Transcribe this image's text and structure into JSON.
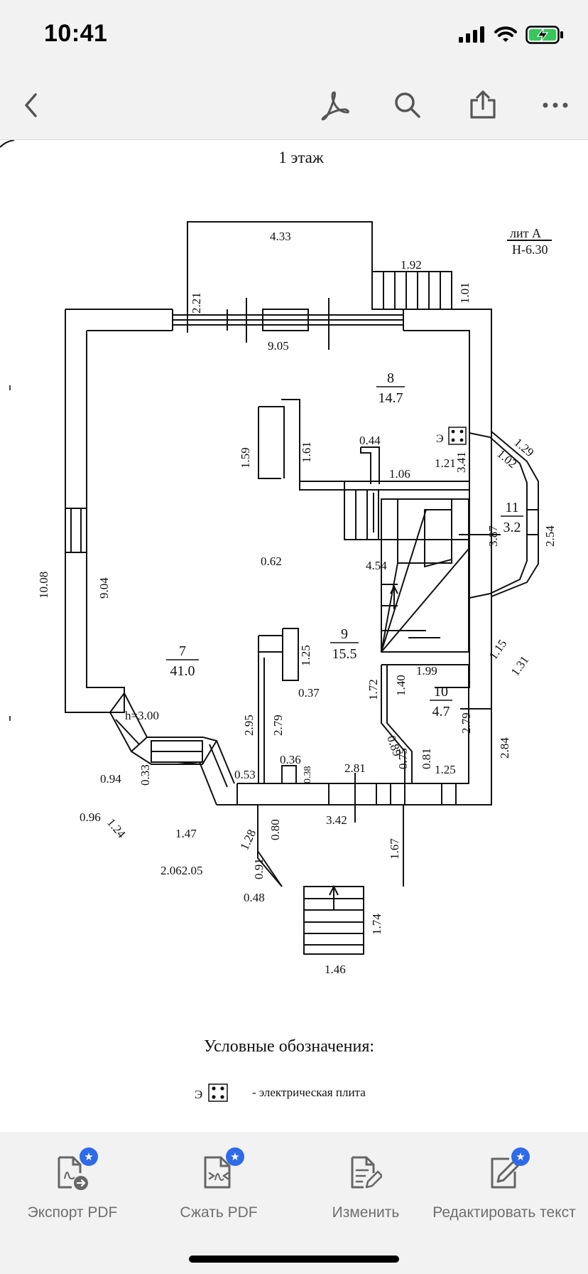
{
  "status_bar": {
    "time": "10:41"
  },
  "toolbar": {
    "back_icon": "chevron-left-icon",
    "acrobat_icon": "acrobat-icon",
    "search_icon": "search-icon",
    "share_icon": "share-icon",
    "more_icon": "more-icon"
  },
  "document": {
    "title": "1 этаж",
    "lit_label": "лит  А",
    "height_label": "Н-6.30",
    "legend_title": "Условные обозначения:",
    "legend_symbol": "Э",
    "legend_desc": "- электрическая плита",
    "rooms": [
      {
        "number": "7",
        "area": "41.0"
      },
      {
        "number": "8",
        "area": "14.7"
      },
      {
        "number": "9",
        "area": "15.5"
      },
      {
        "number": "10",
        "area": "4.7"
      },
      {
        "number": "11",
        "area": "3.2"
      }
    ],
    "ceiling_height": "h=3.00",
    "stove_symbol": "Э",
    "dimensions": {
      "d433": "4.33",
      "d221": "2.21",
      "d192": "1.92",
      "d101": "1.01",
      "d905": "9.05",
      "d341": "3.41",
      "d1008": "10.08",
      "d904": "9.04",
      "d159": "1.59",
      "d161": "1.61",
      "d044": "0.44",
      "d106": "1.06",
      "d121": "1.21",
      "d129": "1.29",
      "d102": "1.02",
      "d062": "0.62",
      "d454": "4.54",
      "d387": "3.87",
      "d254": "2.54",
      "d125a": "1.25",
      "d115": "1.15",
      "d131": "1.31",
      "d199": "1.99",
      "d037": "0.37",
      "d172": "1.72",
      "d140": "1.40",
      "d295": "2.95",
      "d279a": "2.79",
      "d279b": "2.79",
      "d284": "2.84",
      "d089": "0.89",
      "d075": "0.75",
      "d081": "0.81",
      "d125b": "1.25",
      "d036": "0.36",
      "d038": "0.38",
      "d281": "2.81",
      "d053": "0.53",
      "d094": "0.94",
      "d033": "0.33",
      "d096": "0.96",
      "d124": "1.24",
      "d147": "1.47",
      "d128": "1.28",
      "d080": "0.80",
      "d342": "3.42",
      "d167": "1.67",
      "d2062": "2.062.05",
      "d091": "0.91",
      "d048": "0.48",
      "d174": "1.74",
      "d146": "1.46"
    }
  },
  "bottom_bar": {
    "items": [
      {
        "label": "Экспорт PDF",
        "icon": "export-pdf-icon"
      },
      {
        "label": "Сжать PDF",
        "icon": "compress-pdf-icon"
      },
      {
        "label": "Изменить",
        "icon": "edit-document-icon"
      },
      {
        "label": "Редактировать текст",
        "icon": "edit-text-icon"
      }
    ]
  }
}
